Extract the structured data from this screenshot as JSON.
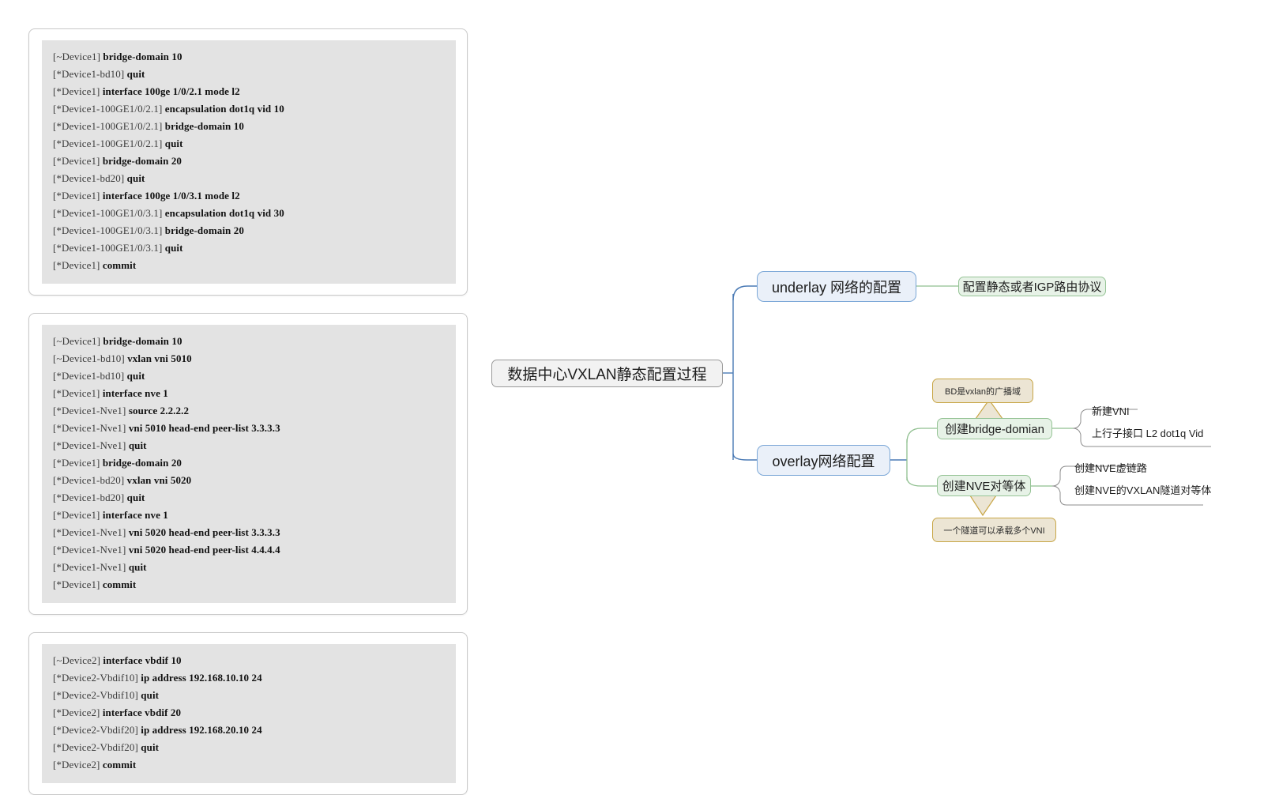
{
  "code_cards": [
    {
      "id": "card-device1-bridge-domain",
      "lines": [
        {
          "prompt": "[~Device1]",
          "cmd": "bridge-domain 10"
        },
        {
          "prompt": "[*Device1-bd10]",
          "cmd": "quit"
        },
        {
          "prompt": "[*Device1]",
          "cmd": "interface 100ge 1/0/2.1 mode l2"
        },
        {
          "prompt": "[*Device1-100GE1/0/2.1]",
          "cmd": "encapsulation dot1q vid 10"
        },
        {
          "prompt": "[*Device1-100GE1/0/2.1]",
          "cmd": "bridge-domain 10"
        },
        {
          "prompt": "[*Device1-100GE1/0/2.1]",
          "cmd": "quit"
        },
        {
          "prompt": "[*Device1]",
          "cmd": "bridge-domain 20"
        },
        {
          "prompt": "[*Device1-bd20]",
          "cmd": "quit"
        },
        {
          "prompt": "[*Device1]",
          "cmd": "interface 100ge 1/0/3.1 mode l2"
        },
        {
          "prompt": "[*Device1-100GE1/0/3.1]",
          "cmd": "encapsulation dot1q vid 30"
        },
        {
          "prompt": "[*Device1-100GE1/0/3.1]",
          "cmd": "bridge-domain 20"
        },
        {
          "prompt": "[*Device1-100GE1/0/3.1]",
          "cmd": "quit"
        },
        {
          "prompt": "[*Device1]",
          "cmd": "commit"
        }
      ]
    },
    {
      "id": "card-device1-vxlan-nve",
      "lines": [
        {
          "prompt": "[~Device1]",
          "cmd": "bridge-domain 10"
        },
        {
          "prompt": "[~Device1-bd10]",
          "cmd": "vxlan vni 5010"
        },
        {
          "prompt": "[*Device1-bd10]",
          "cmd": "quit"
        },
        {
          "prompt": "[*Device1]",
          "cmd": "interface nve 1"
        },
        {
          "prompt": "[*Device1-Nve1]",
          "cmd": "source 2.2.2.2"
        },
        {
          "prompt": "[*Device1-Nve1]",
          "cmd": "vni 5010 head-end peer-list 3.3.3.3"
        },
        {
          "prompt": "[*Device1-Nve1]",
          "cmd": "quit"
        },
        {
          "prompt": "[*Device1]",
          "cmd": "bridge-domain 20"
        },
        {
          "prompt": "[*Device1-bd20]",
          "cmd": "vxlan vni 5020"
        },
        {
          "prompt": "[*Device1-bd20]",
          "cmd": "quit"
        },
        {
          "prompt": "[*Device1]",
          "cmd": "interface nve 1"
        },
        {
          "prompt": "[*Device1-Nve1]",
          "cmd": "vni 5020 head-end peer-list 3.3.3.3"
        },
        {
          "prompt": "[*Device1-Nve1]",
          "cmd": "vni 5020 head-end peer-list 4.4.4.4"
        },
        {
          "prompt": "[*Device1-Nve1]",
          "cmd": "quit"
        },
        {
          "prompt": "[*Device1]",
          "cmd": "commit"
        }
      ]
    },
    {
      "id": "card-device2-vbdif",
      "lines": [
        {
          "prompt": "[~Device2]",
          "cmd": "interface vbdif 10"
        },
        {
          "prompt": "[*Device2-Vbdif10]",
          "cmd": "ip address 192.168.10.10 24"
        },
        {
          "prompt": "[*Device2-Vbdif10]",
          "cmd": "quit"
        },
        {
          "prompt": "[*Device2]",
          "cmd": "interface vbdif 20"
        },
        {
          "prompt": "[*Device2-Vbdif20]",
          "cmd": "ip address 192.168.20.10 24"
        },
        {
          "prompt": "[*Device2-Vbdif20]",
          "cmd": "quit"
        },
        {
          "prompt": "[*Device2]",
          "cmd": "commit"
        }
      ]
    }
  ],
  "mindmap": {
    "root": {
      "label": "数据中心VXLAN静态配置过程"
    },
    "branches": [
      {
        "label": "underlay 网络的配置",
        "children": [
          {
            "label": "配置静态或者IGP路由协议"
          }
        ]
      },
      {
        "label": "overlay网络配置",
        "children": [
          {
            "label": "创建bridge-domian",
            "callout": "BD是vxlan的广播域",
            "leaves": [
              "新建VNI",
              "上行子接口 L2  dot1q Vid"
            ]
          },
          {
            "label": "创建NVE对等体",
            "callout": "一个隧道可以承载多个VNI",
            "leaves": [
              "创建NVE虚链路",
              "创建NVE的VXLAN隧道对等体"
            ]
          }
        ]
      }
    ],
    "colors": {
      "root_fill": "#f2f2f2",
      "root_border": "#9a9a9a",
      "level1_fill": "#eaf0f9",
      "level1_border": "#7ba7d7",
      "level2_fill": "#e7f2e7",
      "level2_border": "#96c496",
      "callout_fill": "#ece5d4",
      "callout_border": "#c8a646",
      "connector_blue": "#4a7ab5",
      "connector_green": "#8fbf8f",
      "connector_gray": "#8c8c8c"
    }
  }
}
